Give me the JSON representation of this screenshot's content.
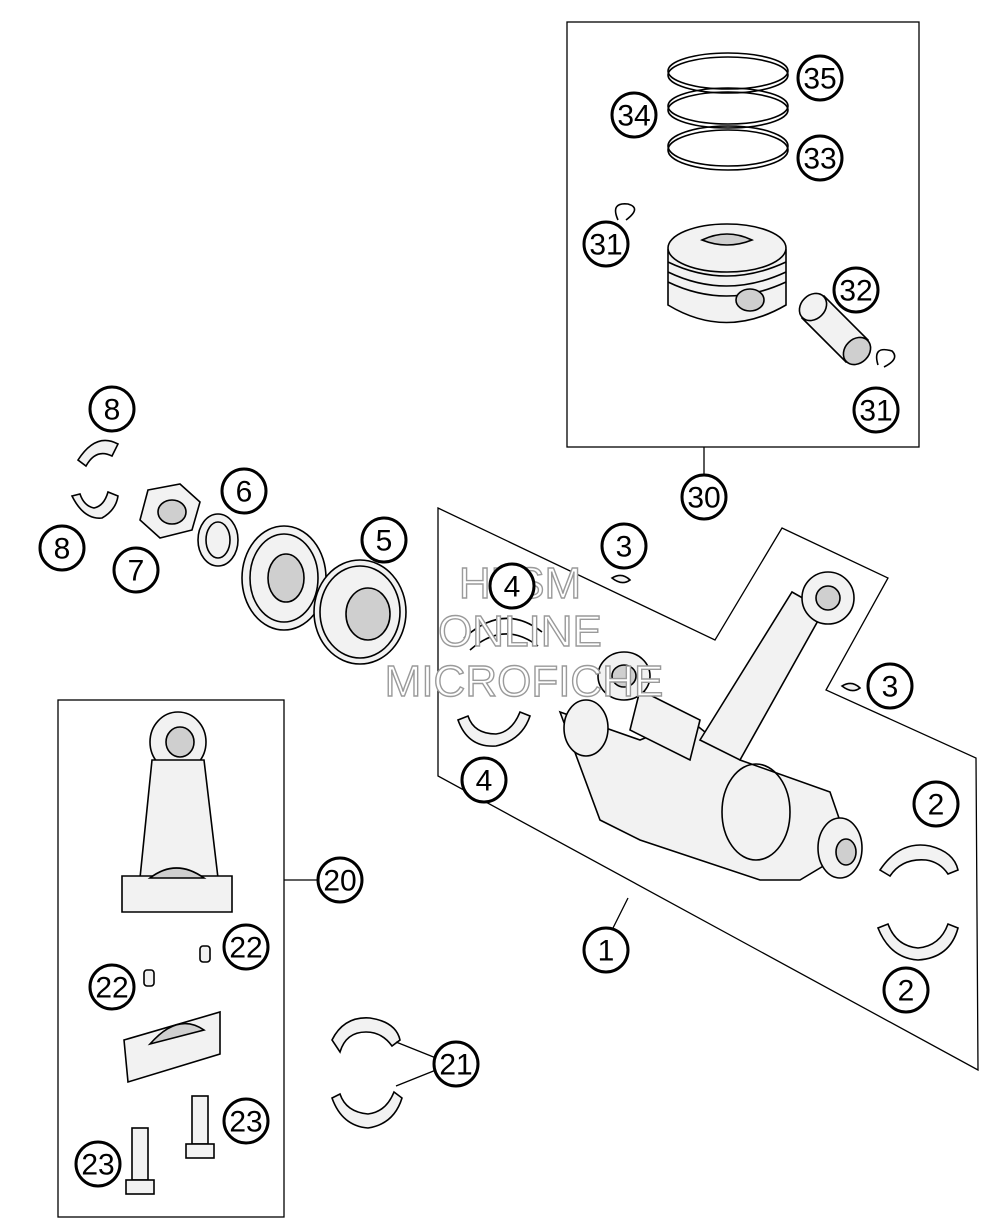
{
  "callouts": [
    {
      "id": "c35a",
      "label": "35"
    },
    {
      "id": "c34",
      "label": "34"
    },
    {
      "id": "c33",
      "label": "33"
    },
    {
      "id": "c31a",
      "label": "31"
    },
    {
      "id": "c32",
      "label": "32"
    },
    {
      "id": "c31b",
      "label": "31"
    },
    {
      "id": "c30",
      "label": "30"
    },
    {
      "id": "c8a",
      "label": "8"
    },
    {
      "id": "c8b",
      "label": "8"
    },
    {
      "id": "c7",
      "label": "7"
    },
    {
      "id": "c6",
      "label": "6"
    },
    {
      "id": "c5",
      "label": "5"
    },
    {
      "id": "c3a",
      "label": "3"
    },
    {
      "id": "c3b",
      "label": "3"
    },
    {
      "id": "c4a",
      "label": "4"
    },
    {
      "id": "c4b",
      "label": "4"
    },
    {
      "id": "c2a",
      "label": "2"
    },
    {
      "id": "c2b",
      "label": "2"
    },
    {
      "id": "c1",
      "label": "1"
    },
    {
      "id": "c20",
      "label": "20"
    },
    {
      "id": "c22a",
      "label": "22"
    },
    {
      "id": "c22b",
      "label": "22"
    },
    {
      "id": "c21",
      "label": "21"
    },
    {
      "id": "c23a",
      "label": "23"
    },
    {
      "id": "c23b",
      "label": "23"
    }
  ],
  "watermark": {
    "line1": "HLSM",
    "line2": "ONLINE",
    "line3": "MICROFICHE"
  }
}
